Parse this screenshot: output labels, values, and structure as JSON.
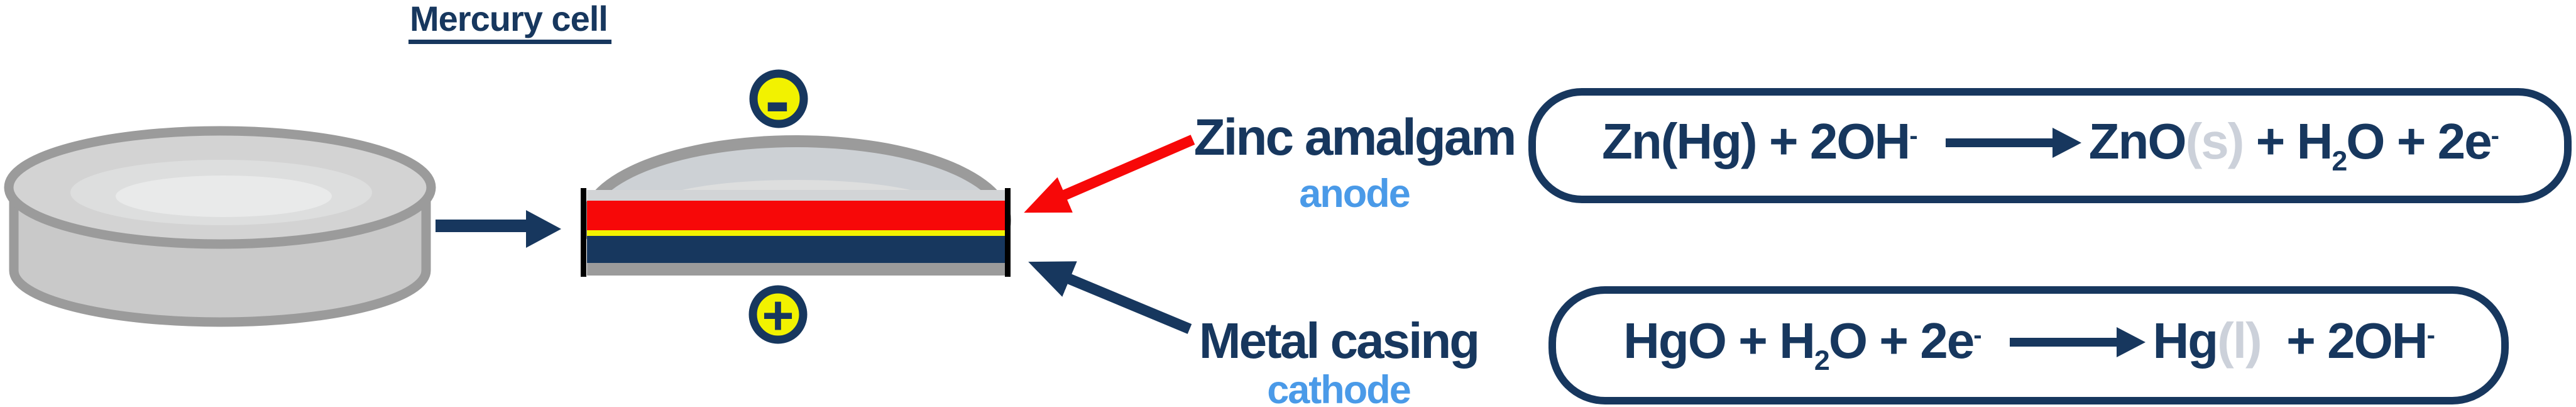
{
  "colors": {
    "navy": "#17375E",
    "light_blue": "#4A9AE8",
    "red": "#F70808",
    "yellow": "#F2F200",
    "black": "#000000",
    "gray_rim": "#9B9B9B",
    "gray_body": "#C9C9C9",
    "gray_disc_top": "#D3D3D3",
    "gray_highlight_1": "#DDDEDE",
    "gray_highlight_2": "#E9EAEA",
    "dome_fill": "#CDD1D5",
    "strip_fill": "#D2D4D6",
    "state_symbol_gray": "#CCD1DA"
  },
  "title": {
    "text": "Mercury cell"
  },
  "diagram": {
    "terminals": {
      "negative": "-",
      "positive": "+"
    },
    "anode_label": {
      "component": "Zinc amalgam",
      "role": "anode"
    },
    "cathode_label": {
      "component": "Metal casing",
      "role": "cathode"
    }
  },
  "equations": {
    "anode_reaction": {
      "tokens": [
        {
          "t": "Zn(Hg) + 2OH"
        },
        {
          "t": "-",
          "style": "sup"
        },
        {
          "t": "⟶",
          "style": "arrow"
        },
        {
          "t": "ZnO"
        },
        {
          "t": "(s)",
          "style": "state"
        },
        {
          "t": " + H"
        },
        {
          "t": "2",
          "style": "sub"
        },
        {
          "t": "O + 2e"
        },
        {
          "t": "-",
          "style": "sup"
        }
      ]
    },
    "cathode_reaction": {
      "tokens": [
        {
          "t": "HgO + H"
        },
        {
          "t": "2",
          "style": "sub"
        },
        {
          "t": "O + 2e"
        },
        {
          "t": "-",
          "style": "sup"
        },
        {
          "t": "⟶",
          "style": "arrow"
        },
        {
          "t": "Hg"
        },
        {
          "t": "(l)",
          "style": "state"
        },
        {
          "t": "  + 2OH"
        },
        {
          "t": "-",
          "style": "sup"
        }
      ]
    }
  }
}
